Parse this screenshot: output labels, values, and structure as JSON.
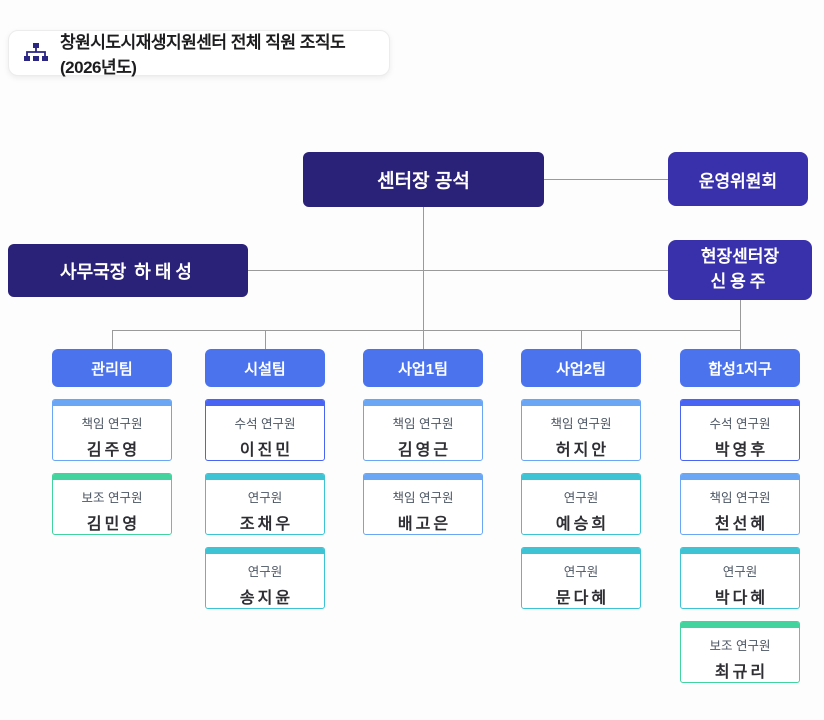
{
  "header": {
    "icon": "org-chart-icon",
    "title": "창원시도시재생지원센터 전체 직원 조직도(2026년도)"
  },
  "top_nodes": {
    "center_head": {
      "label": "센터장 공석"
    },
    "committee": {
      "label": "운영위원회"
    },
    "director": {
      "role": "사무국장",
      "name": "하태성"
    },
    "field_head": {
      "role": "현장센터장",
      "name": "신용주"
    }
  },
  "teams": [
    {
      "label": "관리팀",
      "members": [
        {
          "title": "책임 연구원",
          "name": "김주영",
          "level": "lead"
        },
        {
          "title": "보조 연구원",
          "name": "김민영",
          "level": "assistant"
        }
      ]
    },
    {
      "label": "시설팀",
      "members": [
        {
          "title": "수석 연구원",
          "name": "이진민",
          "level": "senior"
        },
        {
          "title": "연구원",
          "name": "조채우",
          "level": "researcher"
        },
        {
          "title": "연구원",
          "name": "송지윤",
          "level": "researcher"
        }
      ]
    },
    {
      "label": "사업1팀",
      "members": [
        {
          "title": "책임 연구원",
          "name": "김영근",
          "level": "lead"
        },
        {
          "title": "책임 연구원",
          "name": "배고은",
          "level": "lead"
        }
      ]
    },
    {
      "label": "사업2팀",
      "members": [
        {
          "title": "책임 연구원",
          "name": "허지안",
          "level": "lead"
        },
        {
          "title": "연구원",
          "name": "예승희",
          "level": "researcher"
        },
        {
          "title": "연구원",
          "name": "문다혜",
          "level": "researcher"
        }
      ]
    },
    {
      "label": "합성1지구",
      "members": [
        {
          "title": "수석 연구원",
          "name": "박영후",
          "level": "senior"
        },
        {
          "title": "책임 연구원",
          "name": "천선혜",
          "level": "lead"
        },
        {
          "title": "연구원",
          "name": "박다혜",
          "level": "researcher"
        },
        {
          "title": "보조 연구원",
          "name": "최규리",
          "level": "assistant"
        }
      ]
    }
  ],
  "colors": {
    "navy": "#2a2178",
    "indigo": "#3931ac",
    "team_blue": "#4b73ee",
    "senior_blue": "#4964f2",
    "lead_light_blue": "#6ba6f5",
    "researcher_teal": "#3ec3d5",
    "assistant_green": "#42d39e",
    "connector_gray": "#9a9a9a"
  }
}
